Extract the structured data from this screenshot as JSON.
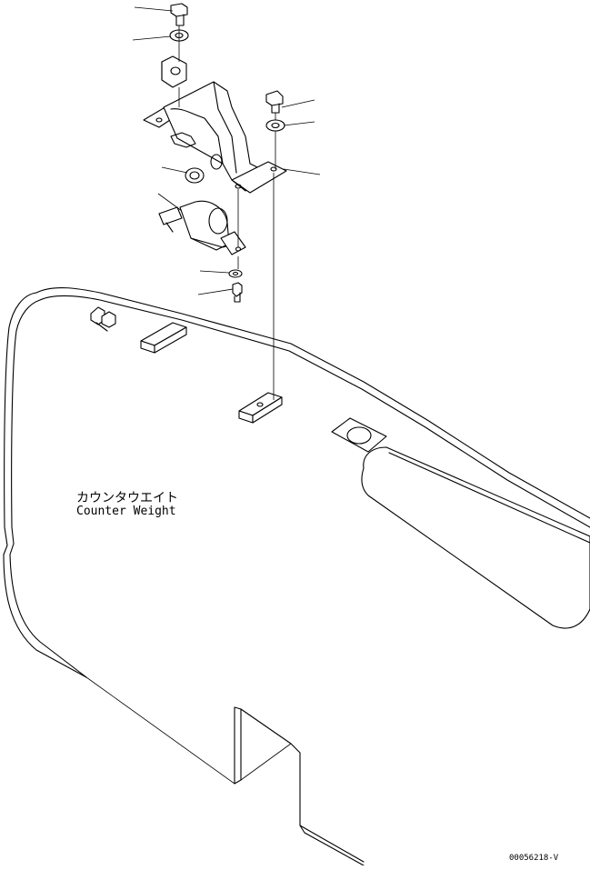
{
  "labels": {
    "part_name_jp": "カウンタウエイト",
    "part_name_en": "Counter Weight",
    "drawing_number": "00056218-V"
  }
}
